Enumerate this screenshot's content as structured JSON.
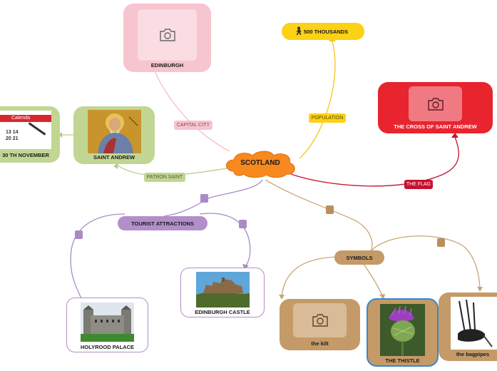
{
  "central": {
    "label": "SCOTLAND"
  },
  "nodes": {
    "edinburgh": "EDINBURGH",
    "population": "500 THOUSANDS",
    "flag": "THE CROSS OF SAINT ANDREW",
    "saint_andrew": "SAINT ANDREW",
    "date": "30 TH NOVEMBER",
    "tourist": "TOURIST ATTRACTIONS",
    "castle": "EDINBURGH CASTLE",
    "holyrood": "HOLYROOD PALACE",
    "symbols": "SYMBOLS",
    "kilt": "the kilt",
    "thistle": "THE THISTLE",
    "bagpipes": "the bagpipes"
  },
  "links": {
    "capital_city": "CAPITAL CITY",
    "population": "POPULATION",
    "the_flag": "THE FLAG",
    "patron_saint": "PATRON SAINT"
  },
  "calendar": {
    "title": "Calenda",
    "numbers": "13 14",
    "numbers2": "20 21"
  },
  "colors": {
    "central": "#f7891f",
    "pink": "#f7c5cf",
    "yellow": "#fcd116",
    "red": "#e8242f",
    "green": "#c2d694",
    "purple": "#b28fc8",
    "tan": "#c49a68"
  }
}
